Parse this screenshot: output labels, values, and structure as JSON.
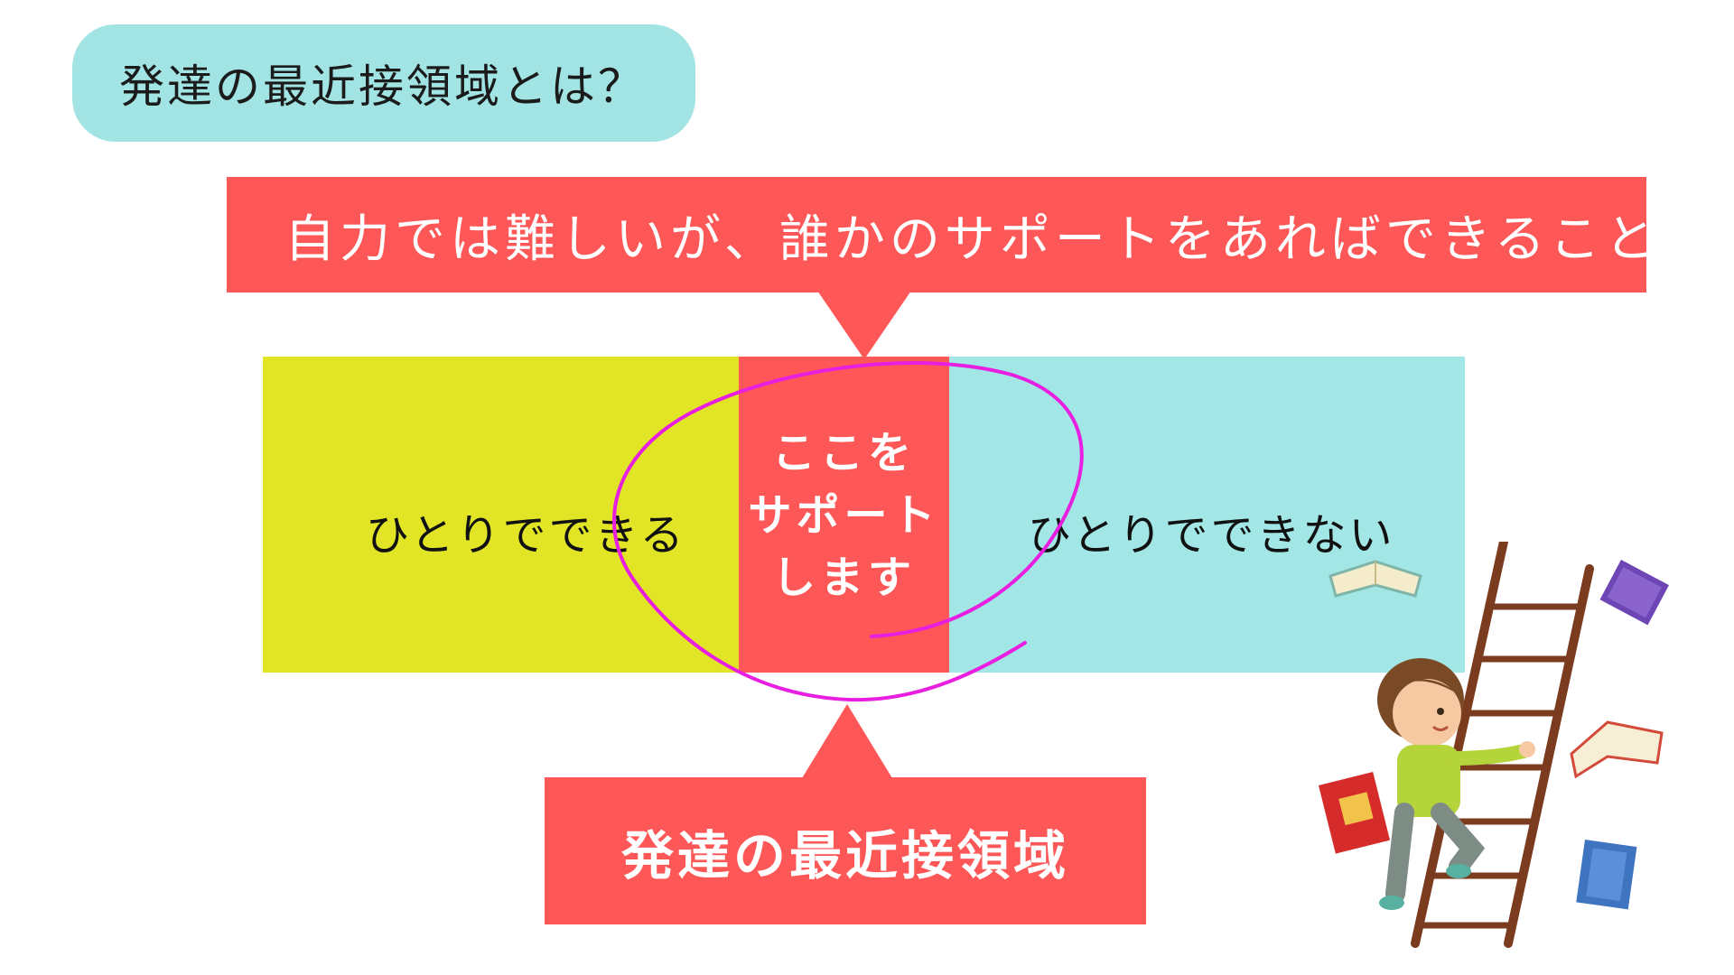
{
  "title": "発達の最近接領域とは？",
  "top_banner": "自力では難しいが、誰かのサポートをあればできること",
  "zones": {
    "left": "ひとりでできる",
    "center": [
      "ここを",
      "サポート",
      "します"
    ],
    "right": "ひとりでできない"
  },
  "bottom_banner": "発達の最近接領域",
  "colors": {
    "title_bg": "#a2e4e4",
    "accent_red": "#fe5757",
    "zone_yellow": "#e1e526",
    "zone_cyan": "#a2e6e6",
    "circle_magenta": "#e81ee0"
  },
  "illustration": {
    "icon": "child-climbing-ladder-with-books-icon"
  }
}
